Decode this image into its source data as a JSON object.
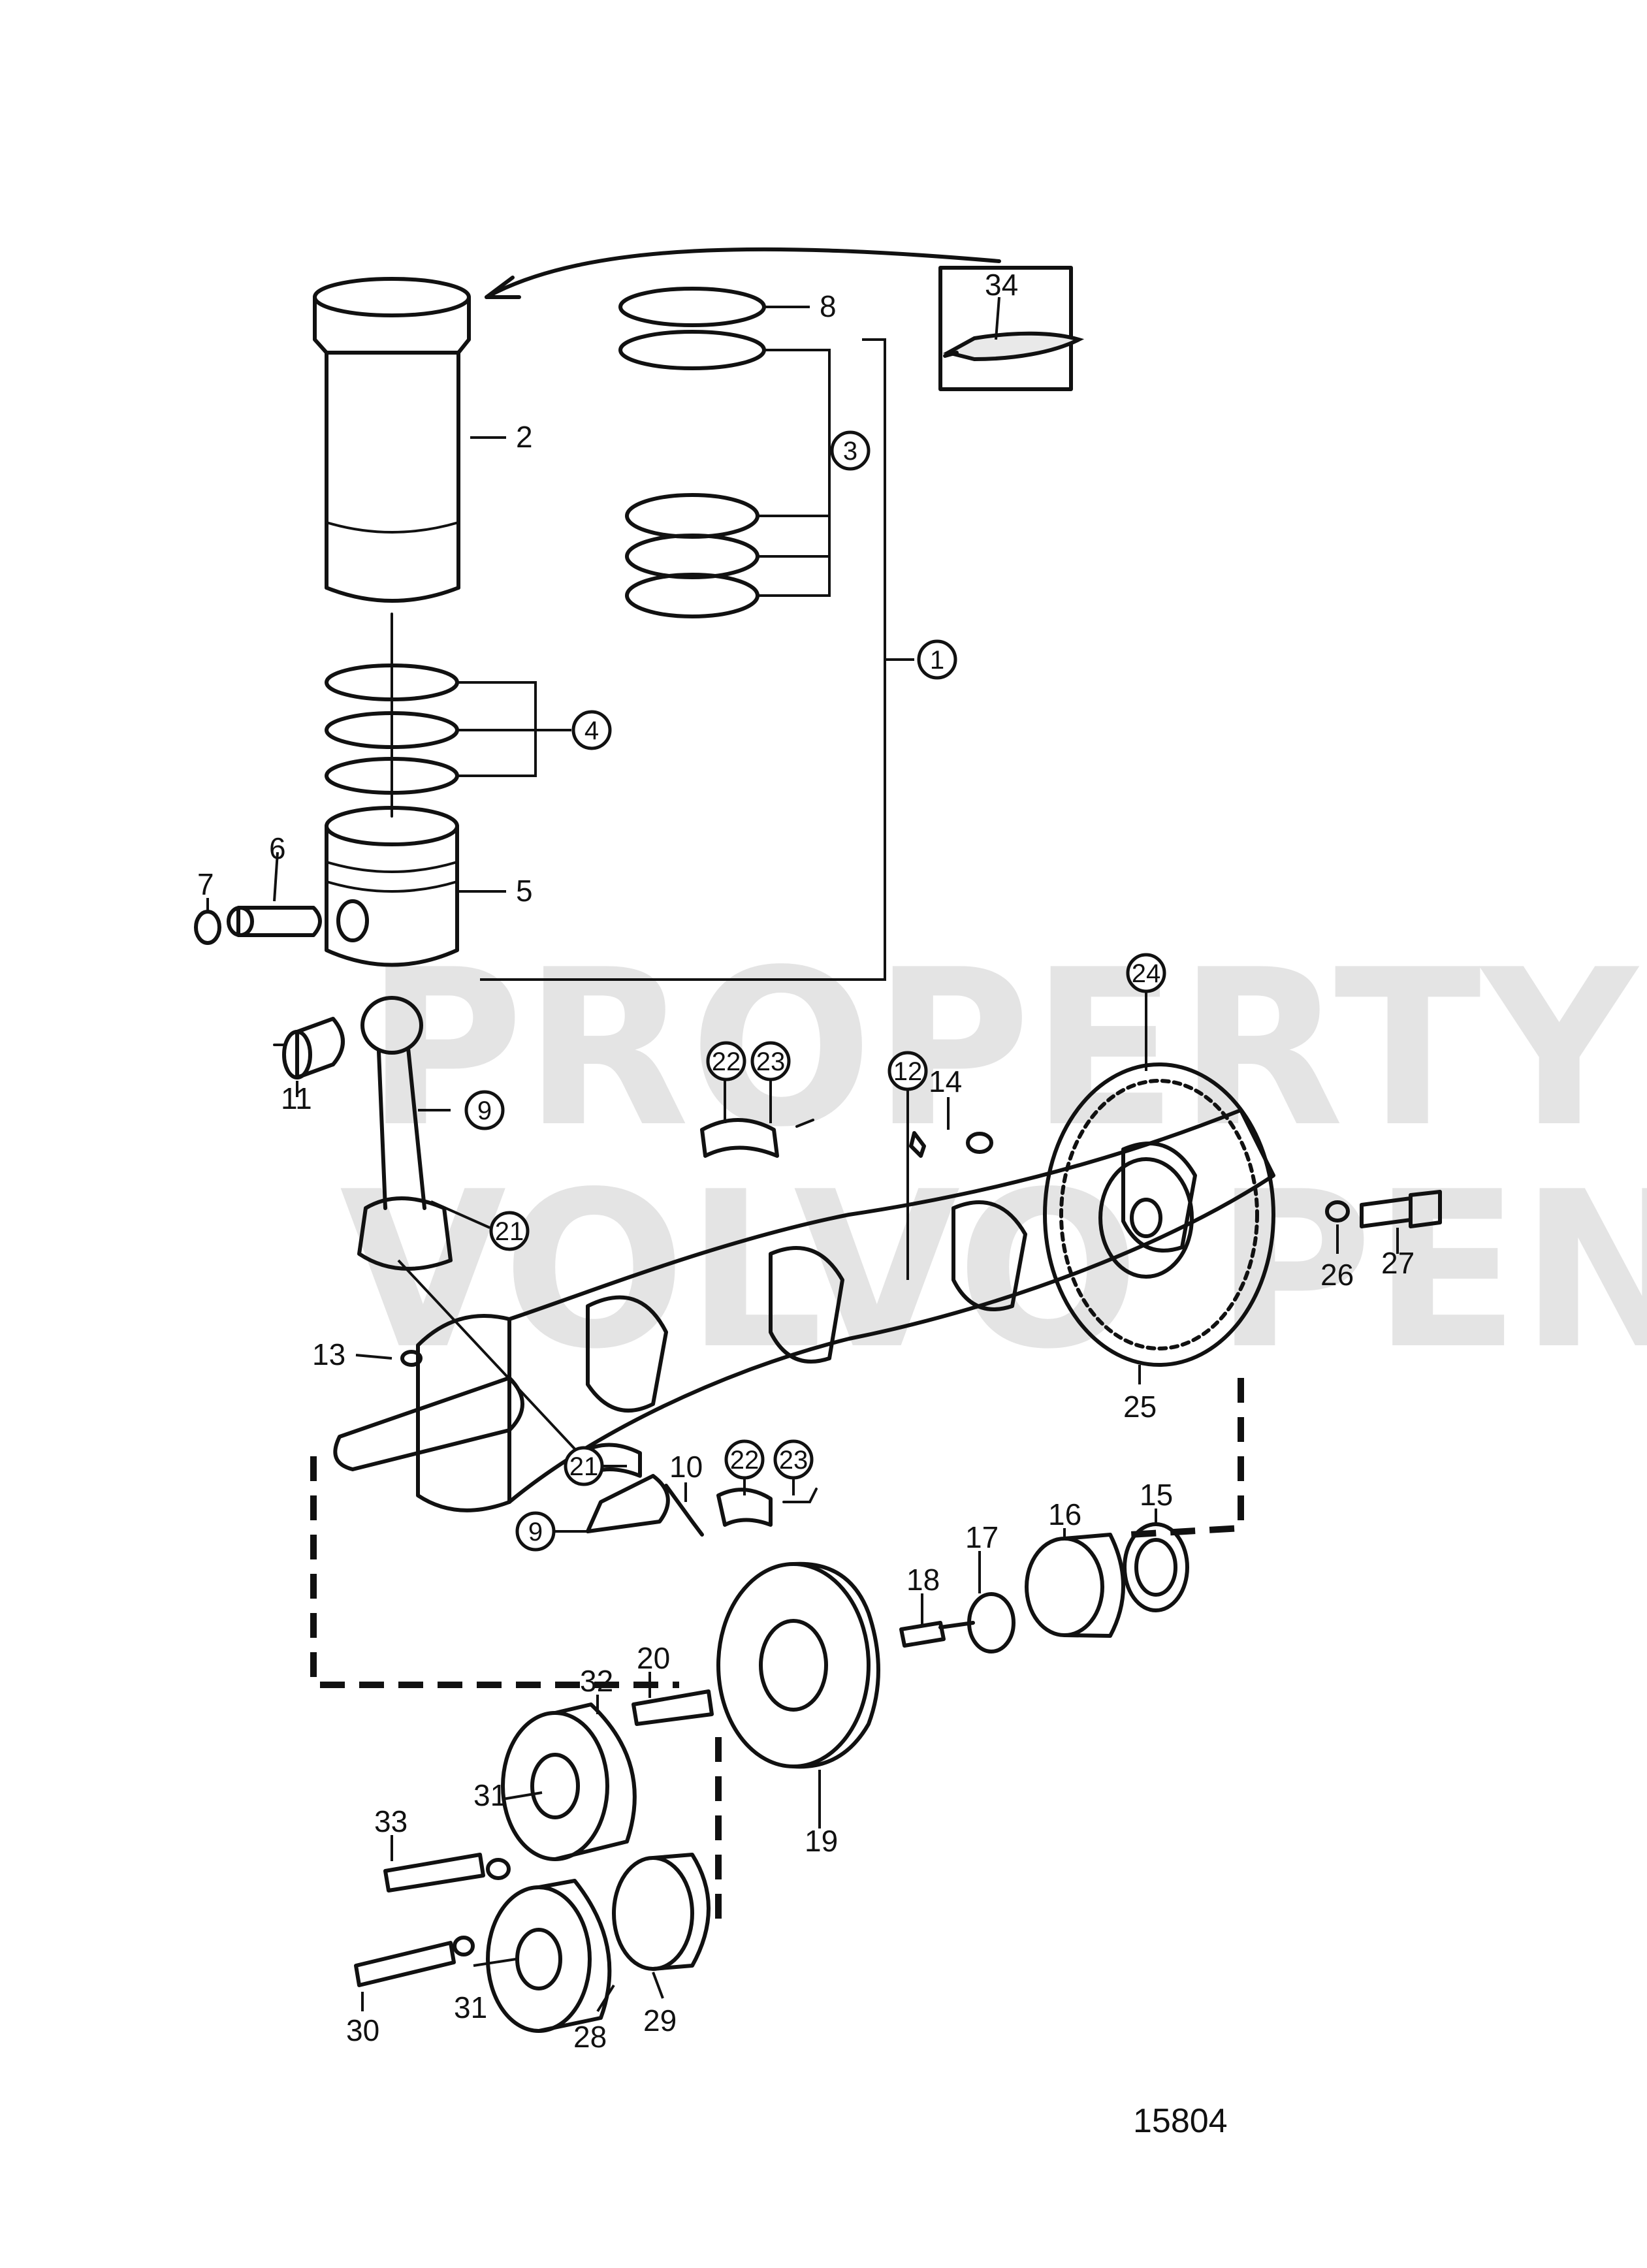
{
  "drawing": {
    "reference_number": "15804",
    "watermark_line1": "PROPERTY OF",
    "watermark_line2": "VOLVO PENTA"
  },
  "callouts": {
    "c1": "1",
    "c2": "2",
    "c3": "3",
    "c4": "4",
    "c5": "5",
    "c6": "6",
    "c7": "7",
    "c8": "8",
    "c9a": "9",
    "c9b": "9",
    "c10": "10",
    "c11": "11",
    "c12": "12",
    "c13": "13",
    "c14": "14",
    "c15": "15",
    "c16": "16",
    "c17": "17",
    "c18": "18",
    "c19": "19",
    "c20": "20",
    "c21a": "21",
    "c21b": "21",
    "c22a": "22",
    "c22b": "22",
    "c23a": "23",
    "c23b": "23",
    "c24": "24",
    "c25": "25",
    "c26": "26",
    "c27": "27",
    "c28": "28",
    "c29": "29",
    "c30": "30",
    "c31a": "31",
    "c31b": "31",
    "c32": "32",
    "c33": "33",
    "c34": "34"
  }
}
